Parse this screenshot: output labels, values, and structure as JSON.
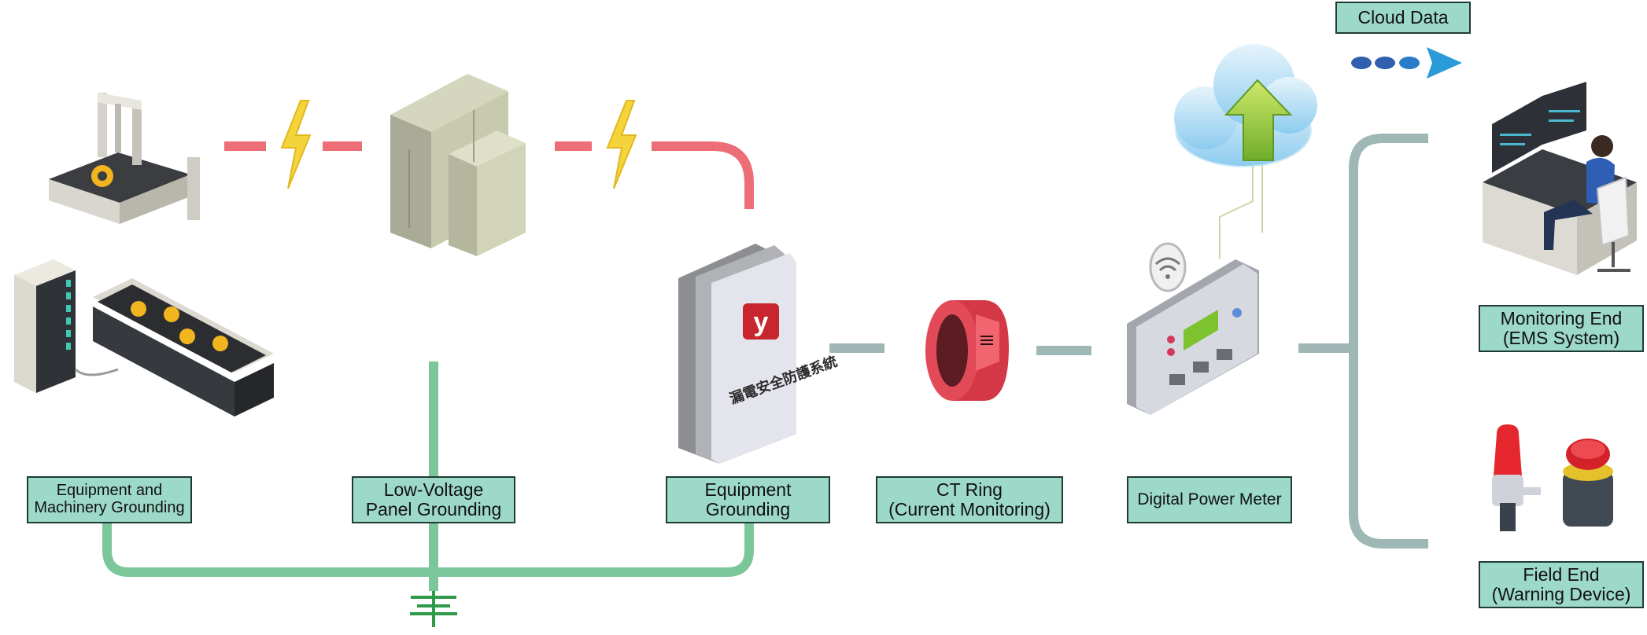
{
  "labels": {
    "cloud_data": "Cloud Data",
    "equipment_machinery": "Equipment and\nMachinery Grounding",
    "low_voltage_panel": "Low-Voltage\nPanel Grounding",
    "equipment_grounding": "Equipment\nGrounding",
    "ct_ring": "CT Ring\n(Current Monitoring)",
    "digital_power_meter": "Digital Power Meter",
    "monitoring_end": "Monitoring End\n(EMS System)",
    "field_end": "Field End\n(Warning Device)"
  },
  "device_logo_letter": "y",
  "device_text": "漏電安全防護系統",
  "colors": {
    "label_fill": "#9dd9c8",
    "label_border": "#1f3b36",
    "ground_line": "#7cc79a",
    "ground_symbol": "#2e9a4a",
    "power_line": "#ee6e78",
    "signal_line": "#9fb8b5",
    "lightning": "#f5d33a",
    "cloud_arrow": "#2a8fd6"
  },
  "icons": [
    "lightning-icon",
    "cloud-upload-icon",
    "wifi-icon",
    "ground-symbol-icon",
    "arrow-right-icon"
  ]
}
